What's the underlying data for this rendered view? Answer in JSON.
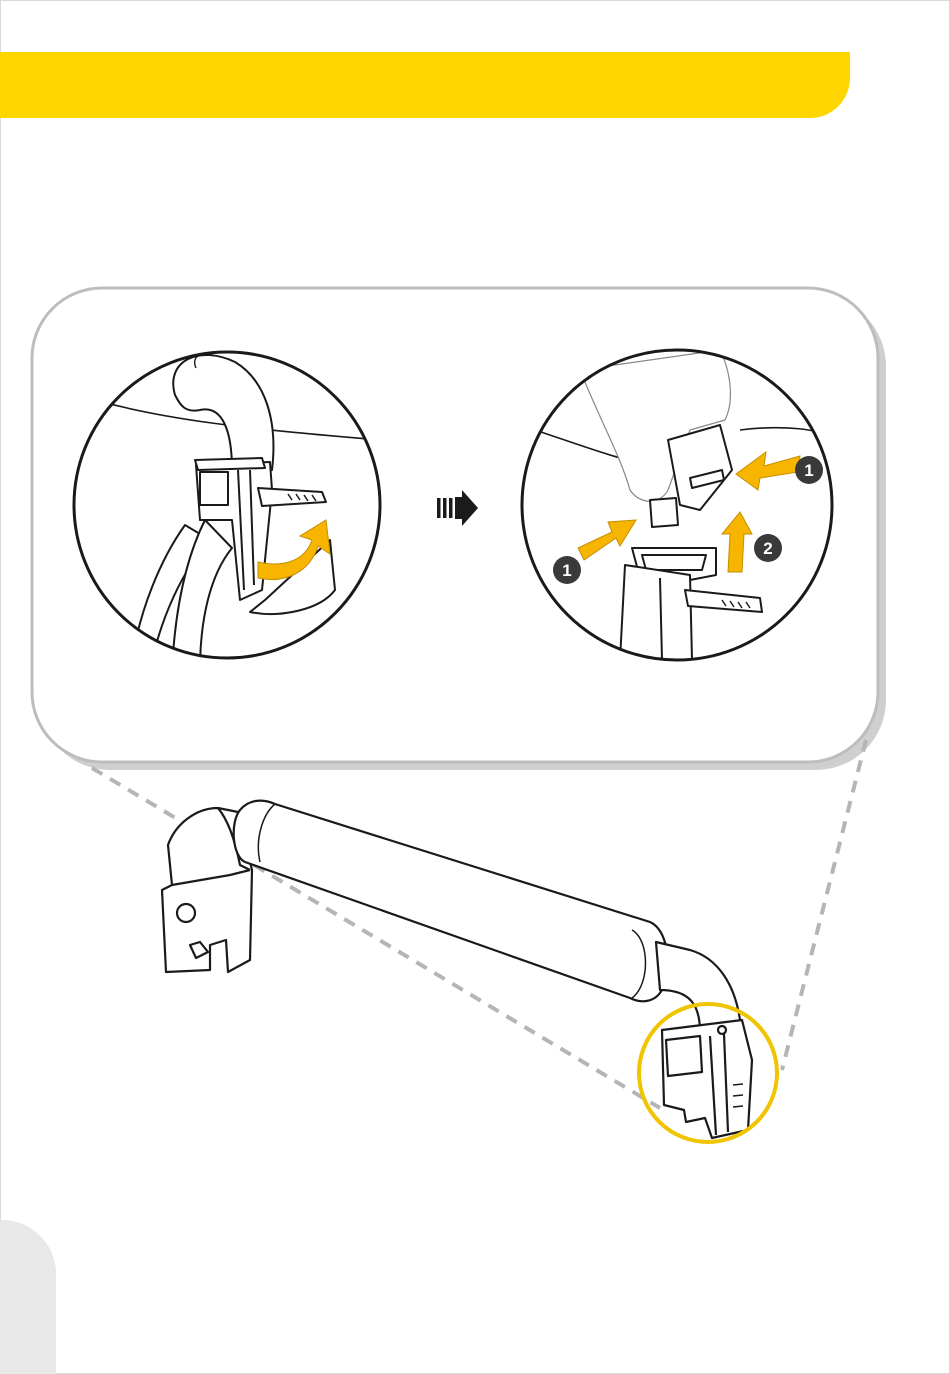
{
  "page": {
    "header_color": "#ffd500",
    "accent_color": "#f7b500",
    "highlight_ring_color": "#f0c400"
  },
  "figure": {
    "step_a": {
      "icons": [
        "lever-flip-arrow-icon"
      ]
    },
    "transition": {
      "icon": "next-step-arrow-icon"
    },
    "step_b": {
      "badges": [
        {
          "label": "1"
        },
        {
          "label": "2"
        },
        {
          "label": "1"
        }
      ]
    }
  }
}
